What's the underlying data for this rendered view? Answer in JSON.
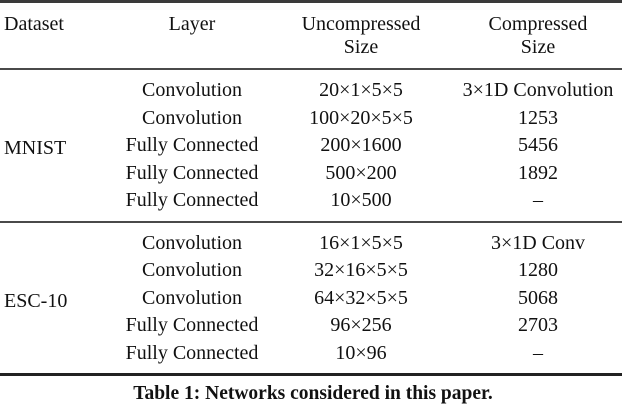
{
  "table": {
    "columns": [
      {
        "id": "dataset",
        "lines": [
          "Dataset"
        ],
        "align": "left"
      },
      {
        "id": "layer",
        "lines": [
          "Layer"
        ],
        "align": "center"
      },
      {
        "id": "uncompressed_size",
        "lines": [
          "Uncompressed",
          "Size"
        ],
        "align": "center"
      },
      {
        "id": "compressed_size",
        "lines": [
          "Compressed",
          "Size"
        ],
        "align": "center"
      }
    ],
    "groups": [
      {
        "dataset": "MNIST",
        "rows": [
          {
            "layer": "Convolution",
            "uncompressed_size": "20×1×5×5",
            "compressed_size": "3×1D Convolution"
          },
          {
            "layer": "Convolution",
            "uncompressed_size": "100×20×5×5",
            "compressed_size": "1253"
          },
          {
            "layer": "Fully Connected",
            "uncompressed_size": "200×1600",
            "compressed_size": "5456"
          },
          {
            "layer": "Fully Connected",
            "uncompressed_size": "500×200",
            "compressed_size": "1892"
          },
          {
            "layer": "Fully Connected",
            "uncompressed_size": "10×500",
            "compressed_size": "–"
          }
        ]
      },
      {
        "dataset": "ESC-10",
        "rows": [
          {
            "layer": "Convolution",
            "uncompressed_size": "16×1×5×5",
            "compressed_size": "3×1D Conv"
          },
          {
            "layer": "Convolution",
            "uncompressed_size": "32×16×5×5",
            "compressed_size": "1280"
          },
          {
            "layer": "Convolution",
            "uncompressed_size": "64×32×5×5",
            "compressed_size": "5068"
          },
          {
            "layer": "Fully Connected",
            "uncompressed_size": "96×256",
            "compressed_size": "2703"
          },
          {
            "layer": "Fully Connected",
            "uncompressed_size": "10×96",
            "compressed_size": "–"
          }
        ]
      }
    ]
  },
  "caption": "Table 1: Networks considered in this paper."
}
